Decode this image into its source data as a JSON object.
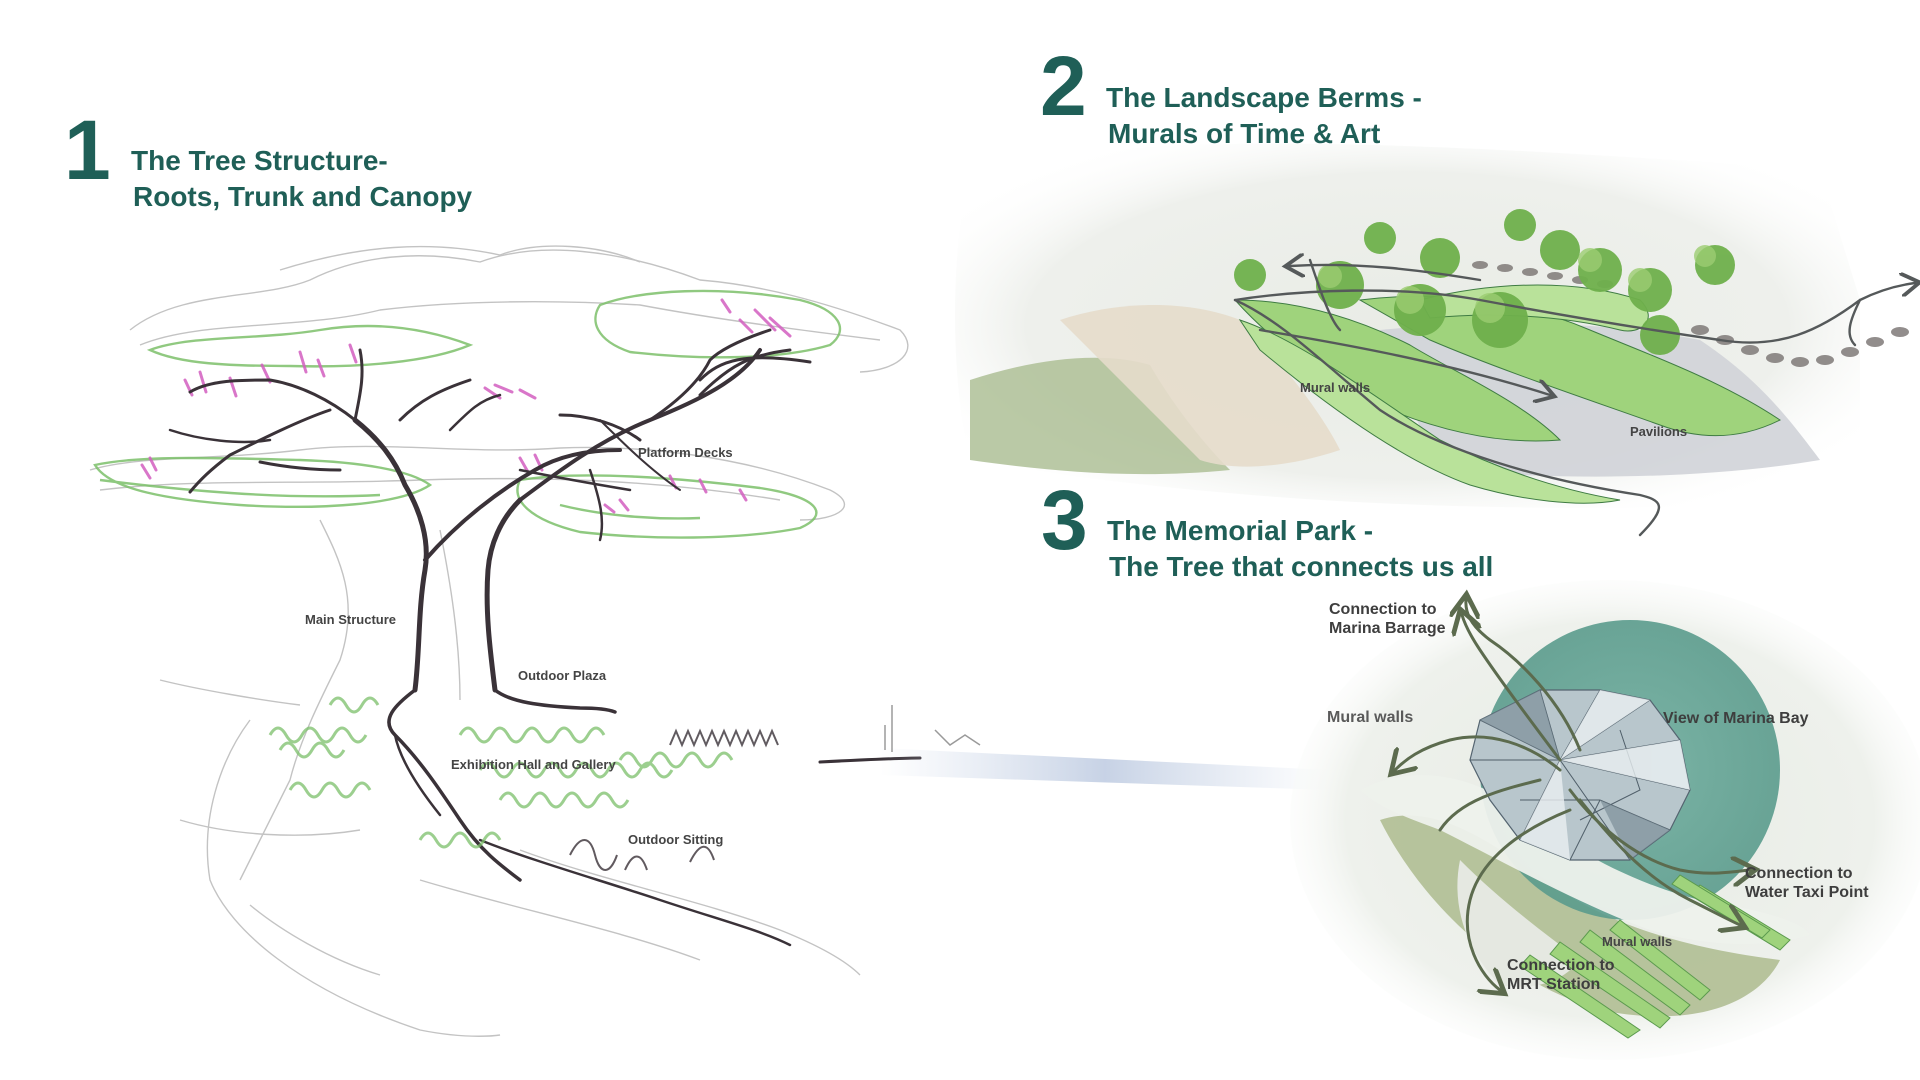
{
  "sections": [
    {
      "number": "1",
      "title_line1": "The Tree Structure-",
      "title_line2": "Roots, Trunk and Canopy"
    },
    {
      "number": "2",
      "title_line1": "The Landscape Berms -",
      "title_line2": "Murals of Time & Art"
    },
    {
      "number": "3",
      "title_line1": "The Memorial Park -",
      "title_line2": "The Tree that connects us all"
    }
  ],
  "sketch_labels": {
    "platform_decks": "Platform Decks",
    "main_structure": "Main Structure",
    "outdoor_plaza": "Outdoor Plaza",
    "exhibition_hall": "Exhibition Hall and Gallery",
    "outdoor_sitting": "Outdoor Sitting"
  },
  "berm_labels": {
    "mural_walls": "Mural walls",
    "pavilions": "Pavilions"
  },
  "park_labels": {
    "marina_barrage_1": "Connection to",
    "marina_barrage_2": "Marina Barrage",
    "mural_walls_left": "Mural walls",
    "view_marina_bay": "View of Marina  Bay",
    "water_taxi_1": "Connection to",
    "water_taxi_2": "Water Taxi Point",
    "mural_walls_bottom": "Mural walls",
    "mrt_1": "Connection to",
    "mrt_2": "MRT Station"
  },
  "colors": {
    "title": "#1f5f57",
    "sketch_green": "#7cc06a",
    "sketch_pink": "#d35fc0",
    "sketch_dark": "#3a3238",
    "berm_green": "#9fd37c",
    "park_teal": "#5fa597"
  }
}
